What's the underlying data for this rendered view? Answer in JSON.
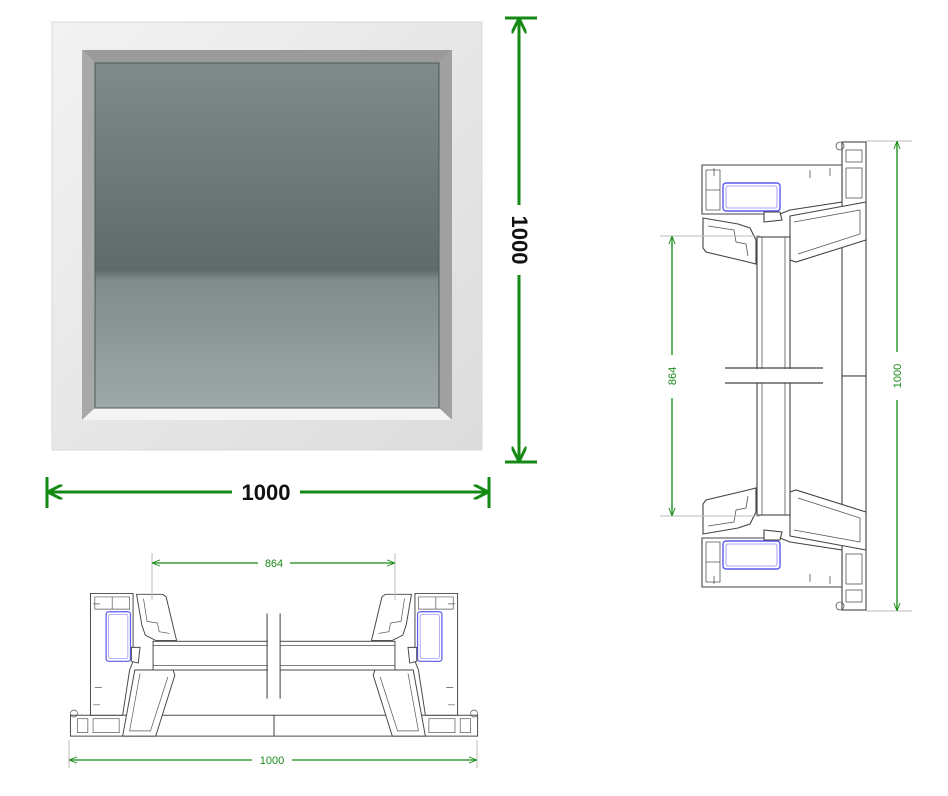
{
  "window_elevation": {
    "width_label": "1000",
    "height_label": "1000"
  },
  "horizontal_section": {
    "glass_width_label": "864",
    "overall_width_label": "1000"
  },
  "vertical_section": {
    "glass_height_label": "864",
    "overall_height_label": "1000"
  },
  "colors": {
    "dimension_green": "#148a14",
    "frame_white": "#ececec",
    "glass_tint": "#6f7d7c",
    "reinforcement_blue": "#5a5af0"
  }
}
